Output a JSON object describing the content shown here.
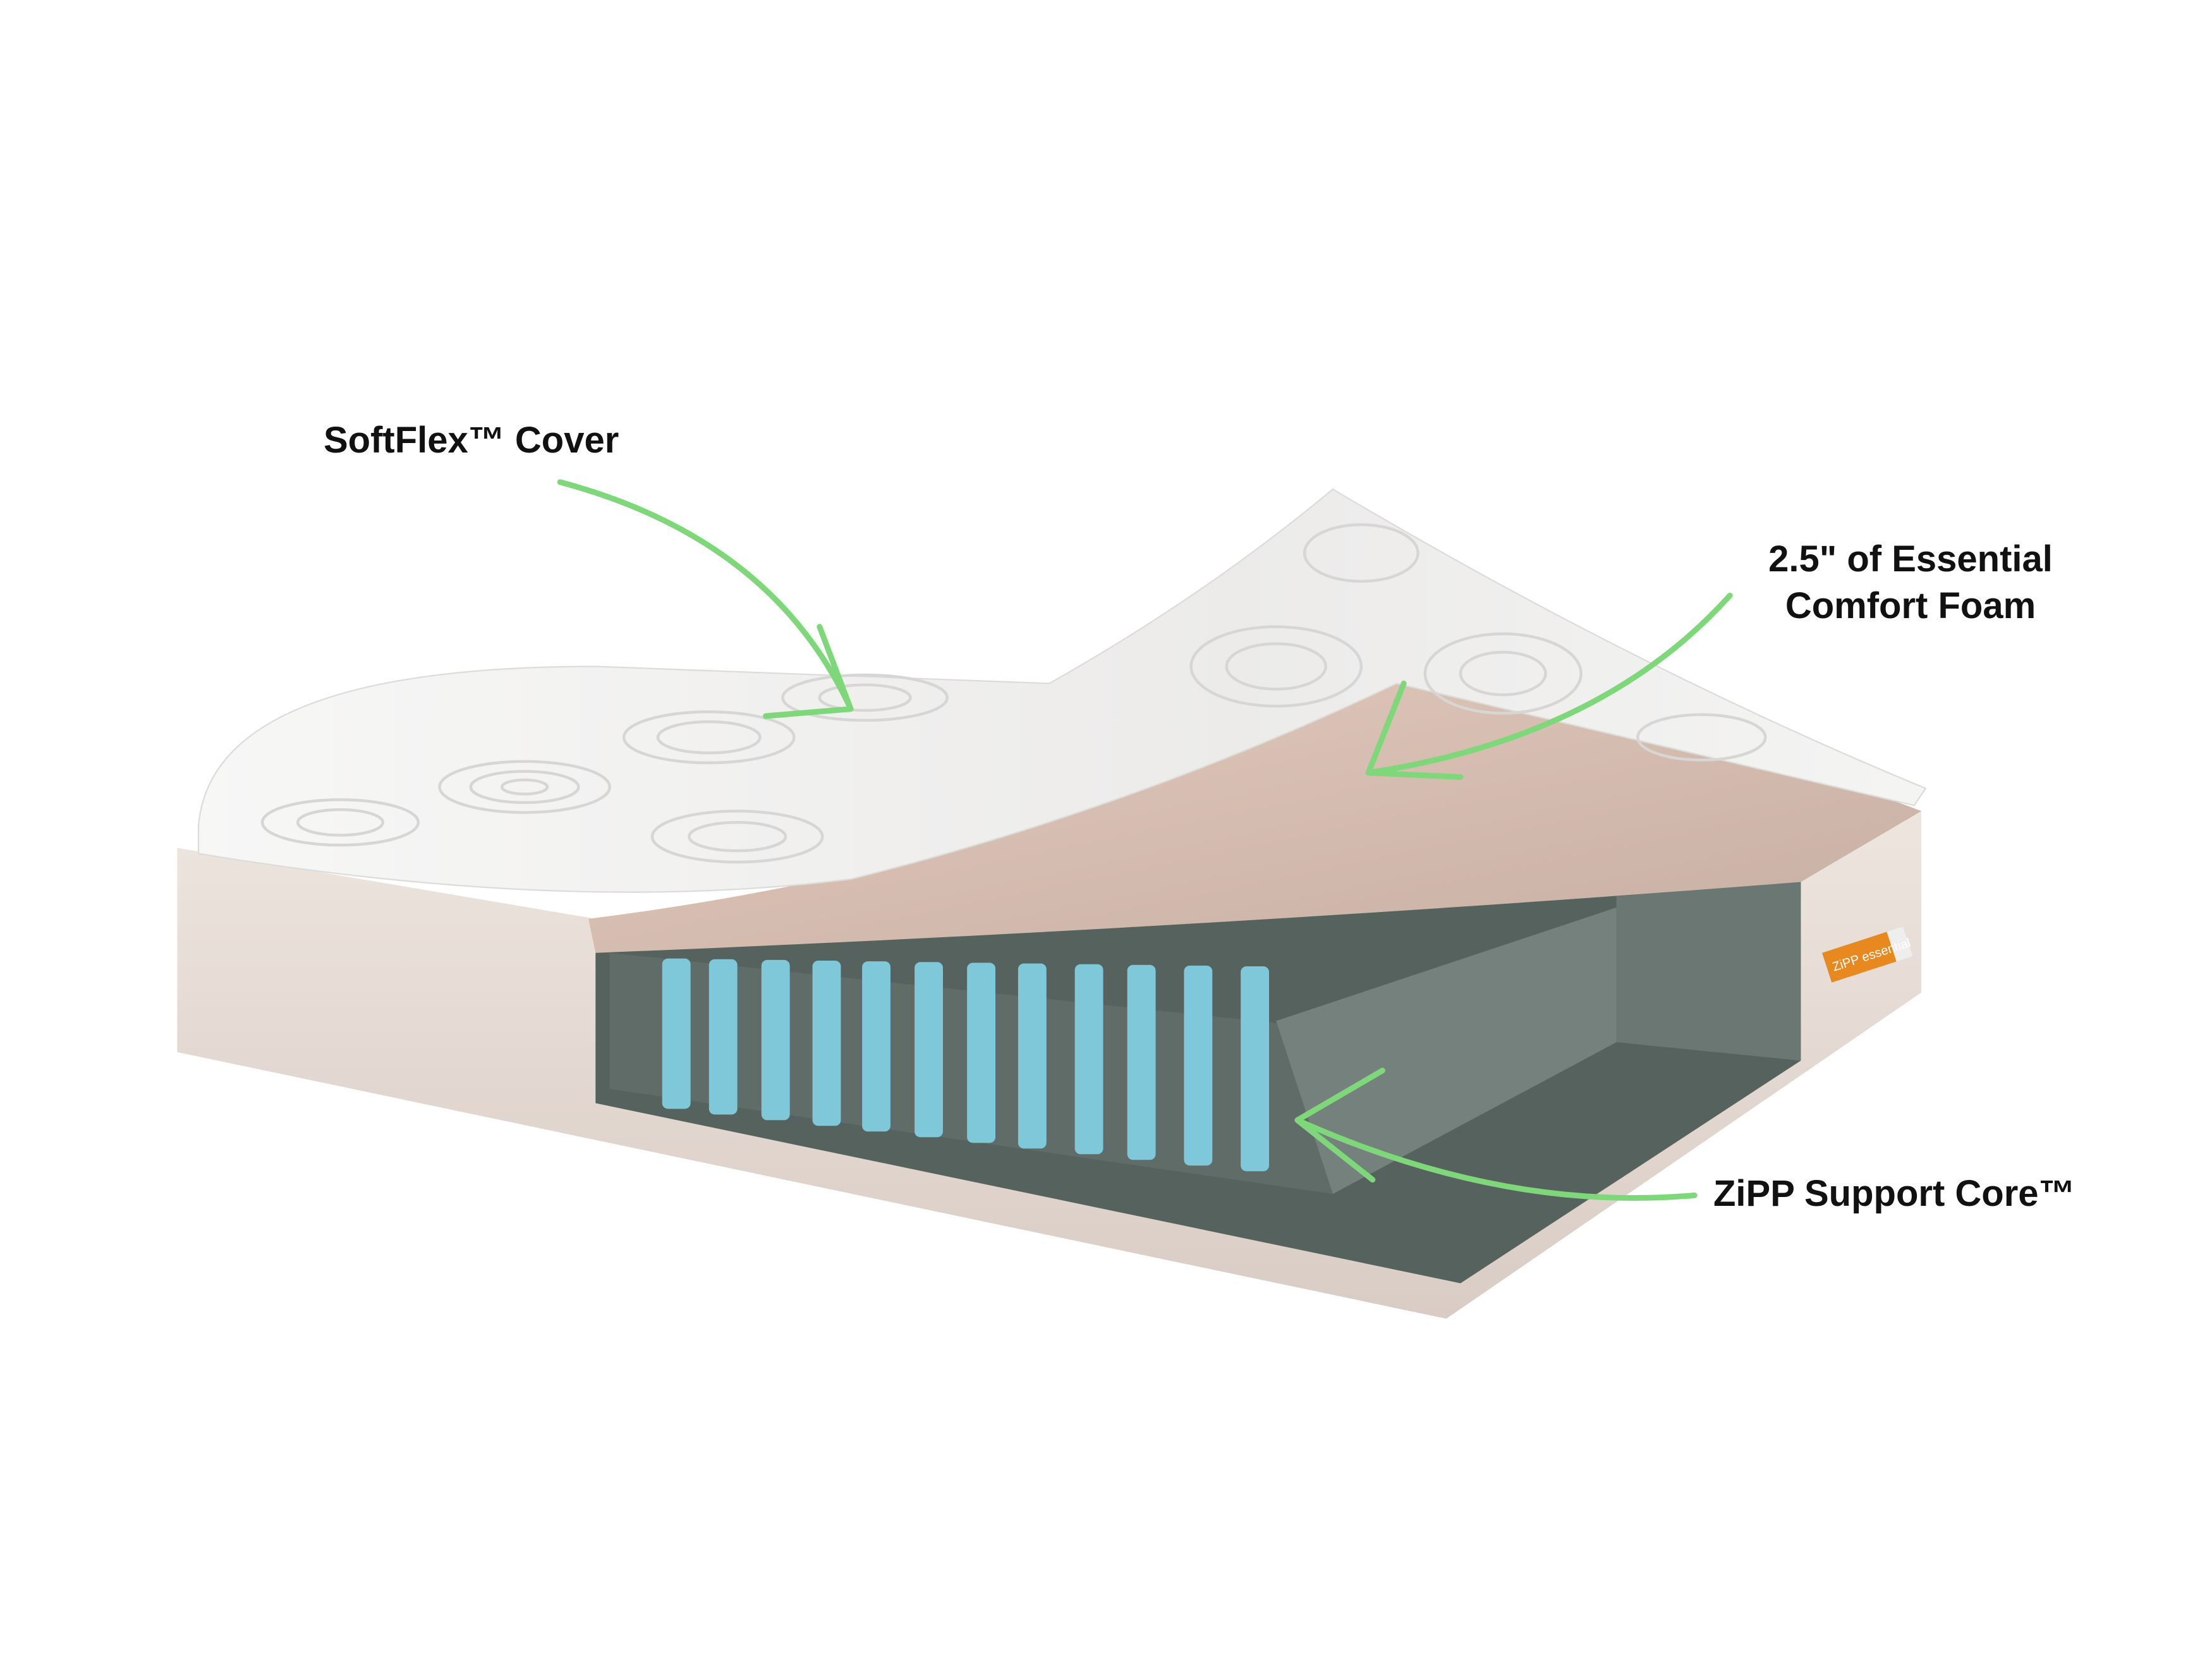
{
  "labels": {
    "cover": "SoftFlex™ Cover",
    "foam_line1": "2.5\" of Essential",
    "foam_line2": "Comfort Foam",
    "core": "ZiPP Support Core™"
  },
  "logo": {
    "text": "ZiPP essential"
  },
  "colors": {
    "arrow": "#7ed87a",
    "shell": "#e6dad3",
    "foam": "#d8bdb0",
    "core": "#5d6a66",
    "slats": "#7fc8da",
    "logo": "#e8891f"
  }
}
